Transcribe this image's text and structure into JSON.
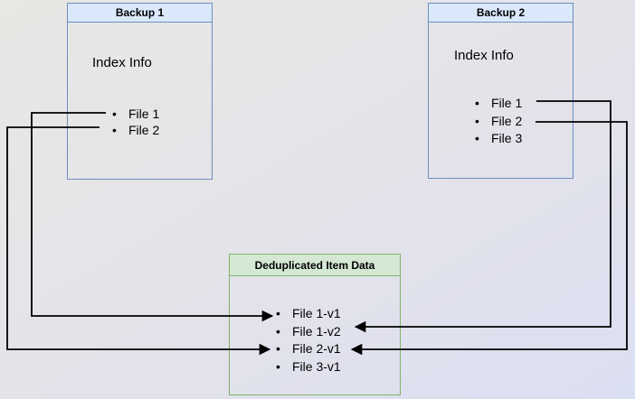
{
  "diagram": {
    "backup1": {
      "title": "Backup 1",
      "body_label": "Index Info",
      "files": [
        "File 1",
        "File 2"
      ]
    },
    "backup2": {
      "title": "Backup 2",
      "body_label": "Index Info",
      "files": [
        "File 1",
        "File 2",
        "File 3"
      ]
    },
    "dedup": {
      "title": "Deduplicated Item Data",
      "items": [
        "File 1-v1",
        "File 1-v2",
        "File 2-v1",
        "File 3-v1"
      ]
    },
    "connections": [
      {
        "from": "Backup 1 / File 1",
        "to": "File 1-v1"
      },
      {
        "from": "Backup 1 / File 2",
        "to": "File 2-v1"
      },
      {
        "from": "Backup 2 / File 1",
        "to": "File 1-v2"
      },
      {
        "from": "Backup 2 / File 2",
        "to": "File 2-v1"
      }
    ],
    "colors": {
      "blue_border": "#6c8ebf",
      "blue_header_fill": "#dae8fc",
      "green_border": "#82b366",
      "green_header_fill": "#d5e8d4",
      "arrow": "#000000"
    }
  }
}
